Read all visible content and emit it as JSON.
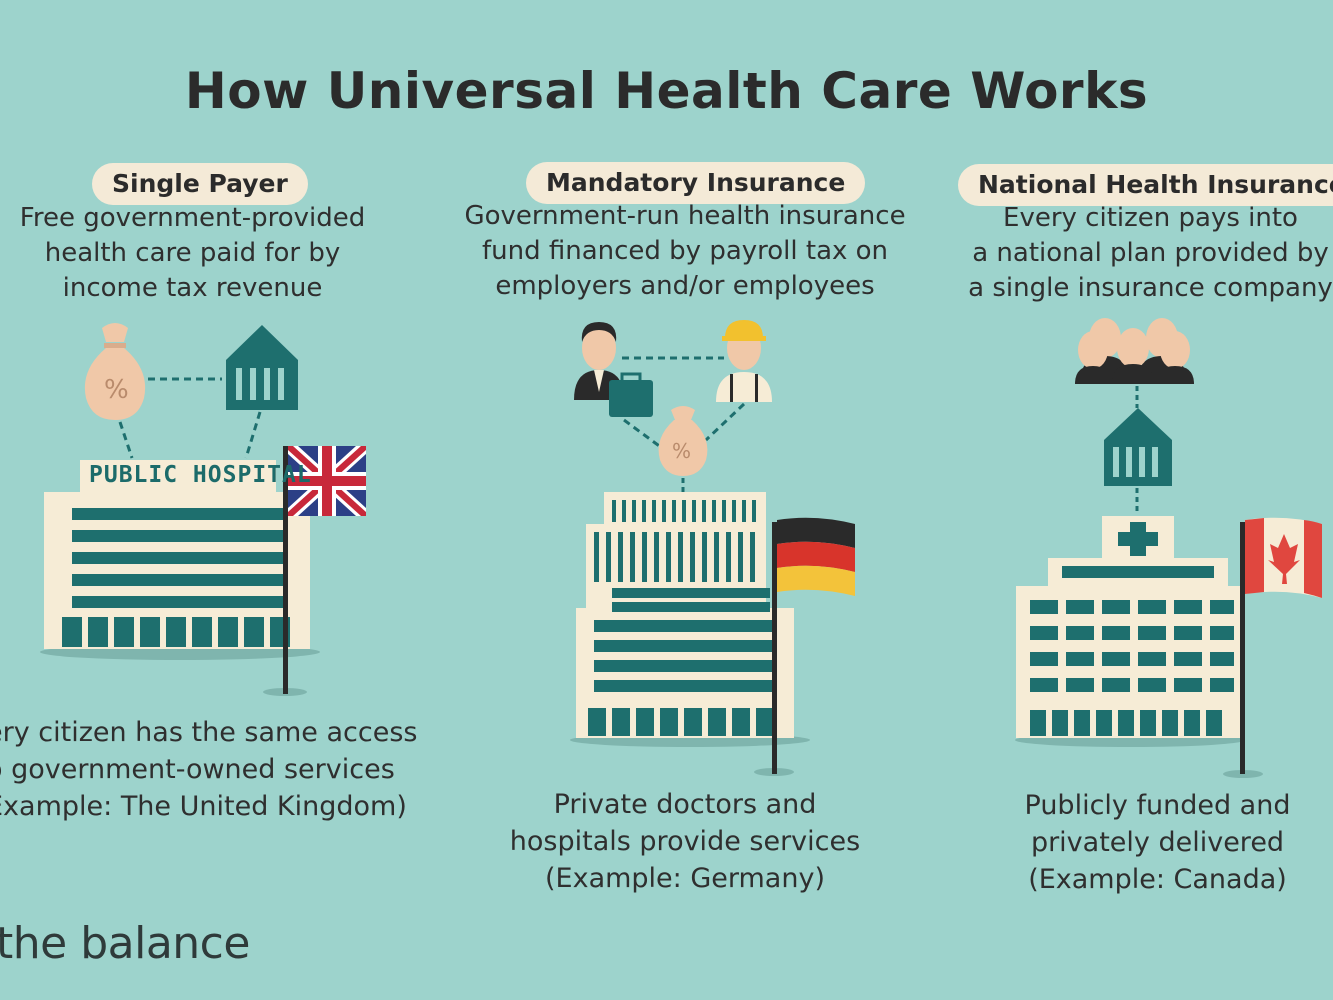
{
  "title": "How Universal Health Care Works",
  "columns": [
    {
      "label": "Single Payer",
      "description": "Free government-provided\nhealth care paid for by\nincome tax revenue",
      "sign": "PUBLIC  HOSPITAL",
      "flag": "united-kingdom-flag",
      "summary": "ery citizen has the same access\no government-owned services\nExample: The United Kingdom)"
    },
    {
      "label": "Mandatory Insurance",
      "description": "Government-run health insurance\nfund financed by payroll tax on\nemployers and/or employees",
      "flag": "germany-flag",
      "summary": "Private doctors and\nhospitals provide services\n(Example: Germany)"
    },
    {
      "label": "National Health Insurance",
      "description": "Every citizen pays into\na national plan provided by\na single insurance company",
      "flag": "canada-flag",
      "summary": "Publicly funded and\nprivately delivered\n(Example: Canada)"
    }
  ],
  "logo": "the balance",
  "colors": {
    "background": "#9dd3cc",
    "teal": "#1e6f6e",
    "cream": "#f6ecd6",
    "pill": "#f4ead7"
  }
}
